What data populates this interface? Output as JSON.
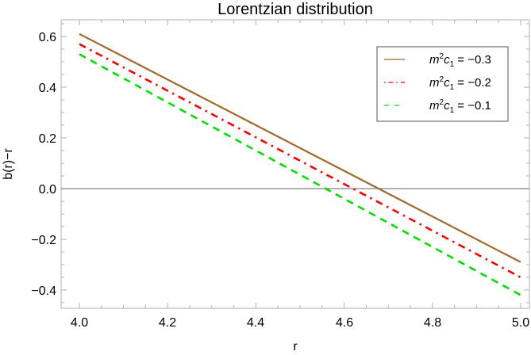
{
  "chart_data": {
    "type": "line",
    "title": "Lorentzian distribution",
    "xlabel": "r",
    "ylabel": "b(r)−r",
    "xlim": [
      3.96,
      5.02
    ],
    "ylim": [
      -0.47,
      0.66
    ],
    "x_ticks": [
      "4.0",
      "4.2",
      "4.4",
      "4.6",
      "4.8",
      "5.0"
    ],
    "y_ticks": [
      "−0.4",
      "−0.2",
      "0.0",
      "0.2",
      "0.4",
      "0.6"
    ],
    "grid": false,
    "legend_position": "upper right",
    "x": [
      4.0,
      5.0
    ],
    "series": [
      {
        "name": "m²c₁ = −0.3",
        "values": [
          0.61,
          -0.29
        ],
        "color": "#A0692A",
        "style": "solid"
      },
      {
        "name": "m²c₁ = −0.2",
        "values": [
          0.57,
          -0.35
        ],
        "color": "#FF0000",
        "style": "dash-dot"
      },
      {
        "name": "m²c₁ = −0.1",
        "values": [
          0.53,
          -0.42
        ],
        "color": "#00E000",
        "style": "dashed"
      }
    ],
    "reference_line": {
      "y": 0.0,
      "color": "#808080"
    }
  },
  "legend": {
    "items": [
      {
        "prefix": "m",
        "sup": "2",
        "mid": "c",
        "sub": "1",
        "value": " = −0.3"
      },
      {
        "prefix": "m",
        "sup": "2",
        "mid": "c",
        "sub": "1",
        "value": " = −0.2"
      },
      {
        "prefix": "m",
        "sup": "2",
        "mid": "c",
        "sub": "1",
        "value": " = −0.1"
      }
    ]
  }
}
